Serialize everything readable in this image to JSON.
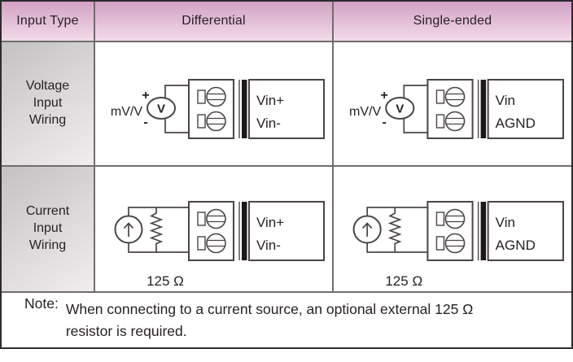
{
  "header": {
    "input_type": "Input Type",
    "differential": "Differential",
    "single_ended": "Single-ended"
  },
  "row_labels": {
    "voltage": "Voltage\nInput\nWiring",
    "current": "Current\nInput\nWiring"
  },
  "diagrams": {
    "voltage_differential": {
      "source_label": "mV/V",
      "plus": "+",
      "minus": "-",
      "source_symbol": "V",
      "terminal1": "Vin+",
      "terminal2": "Vin-"
    },
    "voltage_single_ended": {
      "source_label": "mV/V",
      "plus": "+",
      "minus": "-",
      "source_symbol": "V",
      "terminal1": "Vin",
      "terminal2": "AGND"
    },
    "current_differential": {
      "resistor_label": "125 Ω",
      "terminal1": "Vin+",
      "terminal2": "Vin-"
    },
    "current_single_ended": {
      "resistor_label": "125 Ω",
      "terminal1": "Vin",
      "terminal2": "AGND"
    }
  },
  "note": {
    "prefix": "Note:",
    "text": "When connecting to a current source, an optional external 125 Ω resistor is required."
  },
  "colors": {
    "header_gradient_top": "#d2a2c4",
    "header_gradient_bottom": "#f2dcea",
    "row_label_gradient_top": "#c3c1c2",
    "row_label_gradient_bottom": "#efedee",
    "grid_line": "#716c70",
    "outer_border": "#2e2a2d",
    "diagram_stroke": "#4b4449"
  }
}
